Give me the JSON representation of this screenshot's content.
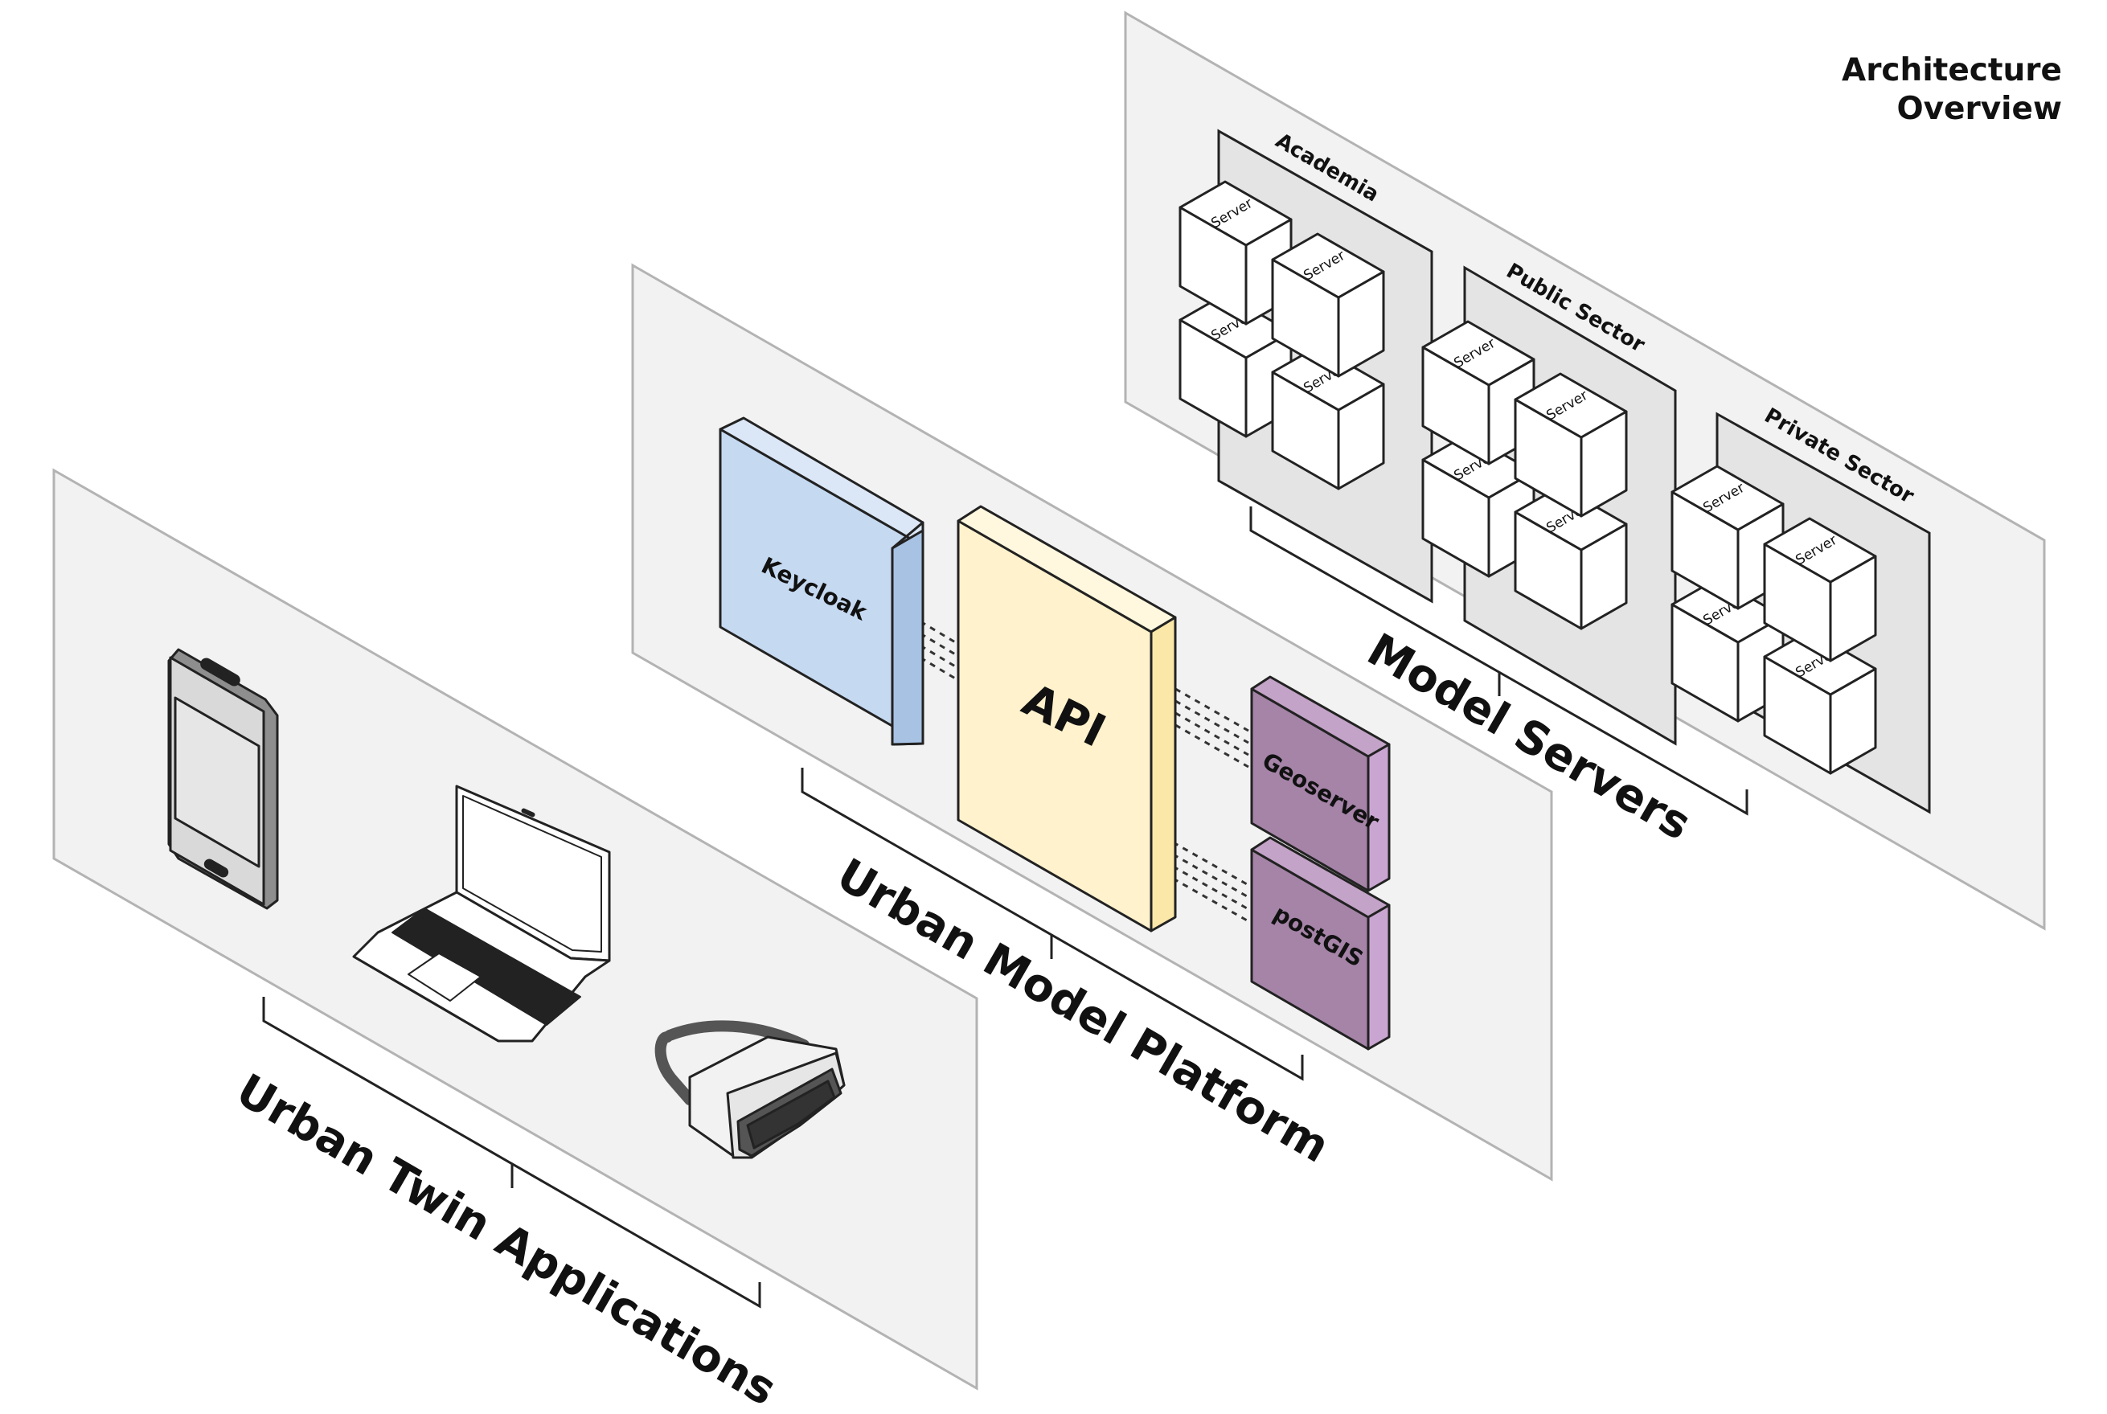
{
  "title": [
    "Architecture",
    "Overview"
  ],
  "layers": {
    "applications": "Urban Twin Applications",
    "platform": "Urban Model Platform",
    "servers": "Model Servers"
  },
  "platform": {
    "keycloak": "Keycloak",
    "api": "API",
    "geoserver": "Geoserver",
    "postgis": "postGIS"
  },
  "sectors": {
    "academia": "Academia",
    "public": "Public Sector",
    "private": "Private Sector"
  },
  "server_label": "Server",
  "colors": {
    "panel": "#f2f2f2",
    "panel_edge": "#b3b3b3",
    "sector": "#e4e4e4",
    "keycloak": "#c5d9f1",
    "keycloak_side": "#a8c2e4",
    "api": "#fff2cc",
    "api_side": "#fbe7a8",
    "db": "#a584a8",
    "db_top": "#c3a3c7",
    "db_side": "#c9a6d1"
  }
}
